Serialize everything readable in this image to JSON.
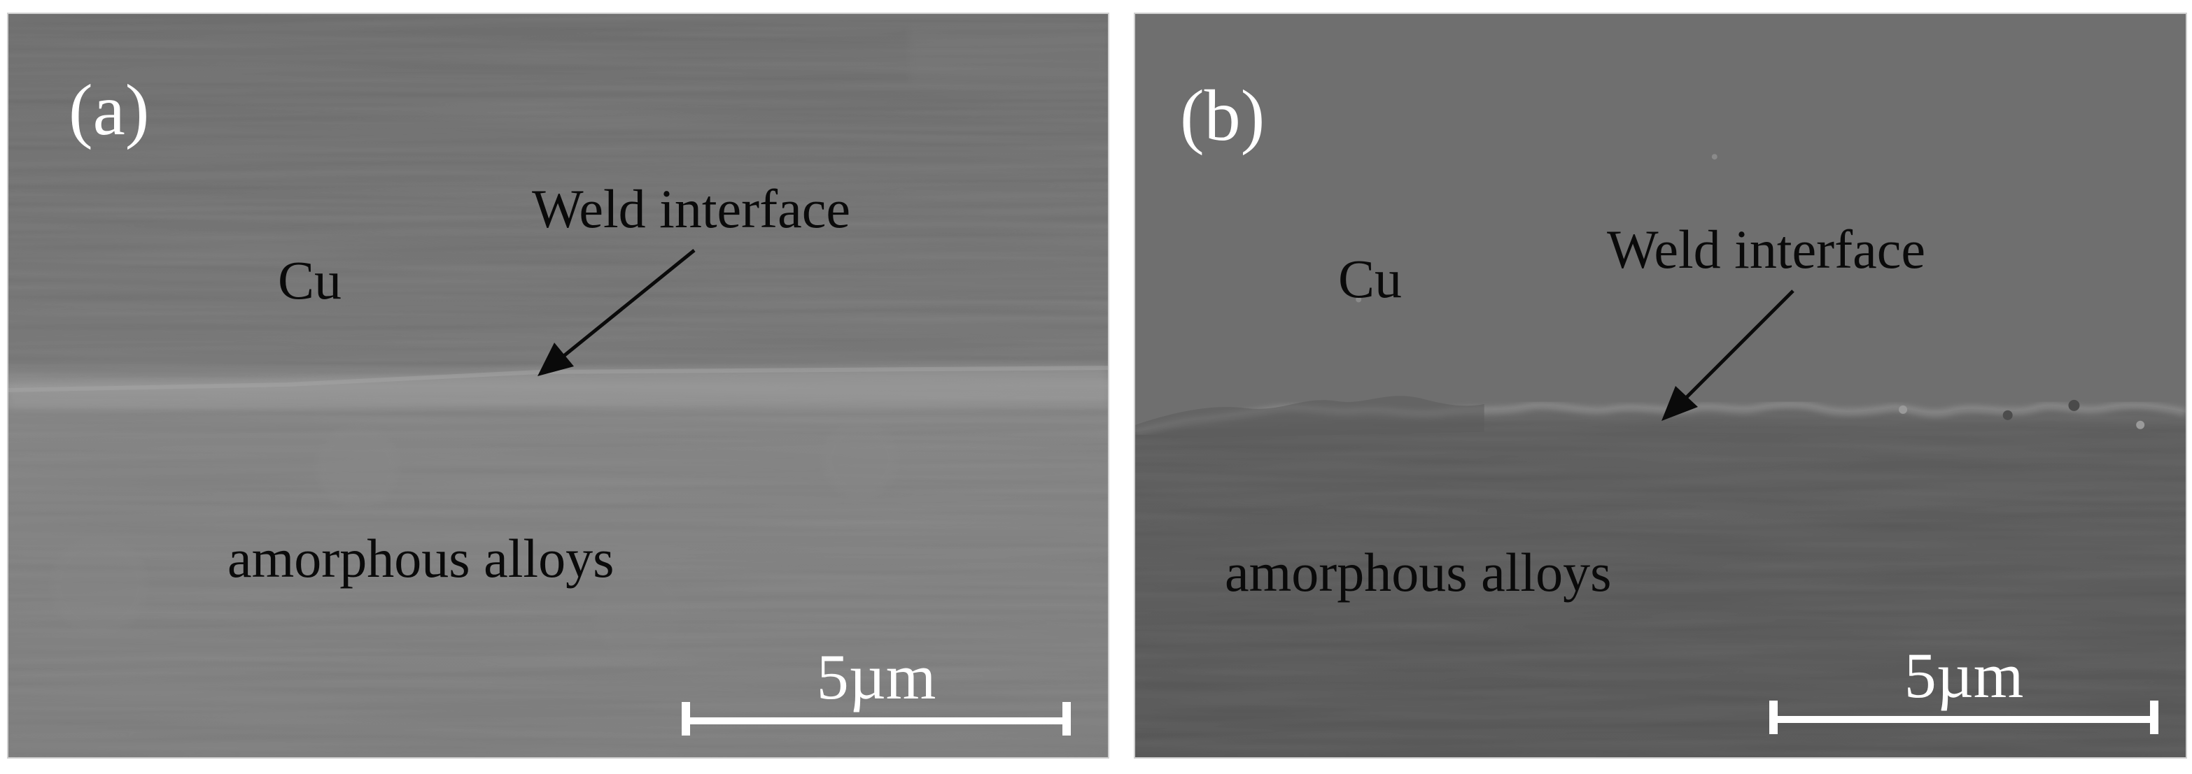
{
  "panels": [
    {
      "letter": "(a)",
      "upper_material": "Cu",
      "interface_label": "Weld interface",
      "lower_material": "amorphous alloys",
      "scale_bar_label": "5µm"
    },
    {
      "letter": "(b)",
      "upper_material": "Cu",
      "interface_label": "Weld interface",
      "lower_material": "amorphous alloys",
      "scale_bar_label": "5µm"
    }
  ],
  "colors": {
    "panel_a_upper": "#707070",
    "panel_a_lower": "#7d7d7d",
    "panel_a_interface": "#979797",
    "panel_b_upper": "#6c6c6c",
    "panel_b_lower": "#555555",
    "panel_b_interface": "#8c8c8c",
    "text_dark": "#0a0a0a",
    "text_light": "#ffffff",
    "scale_bar": "#ffffff"
  }
}
